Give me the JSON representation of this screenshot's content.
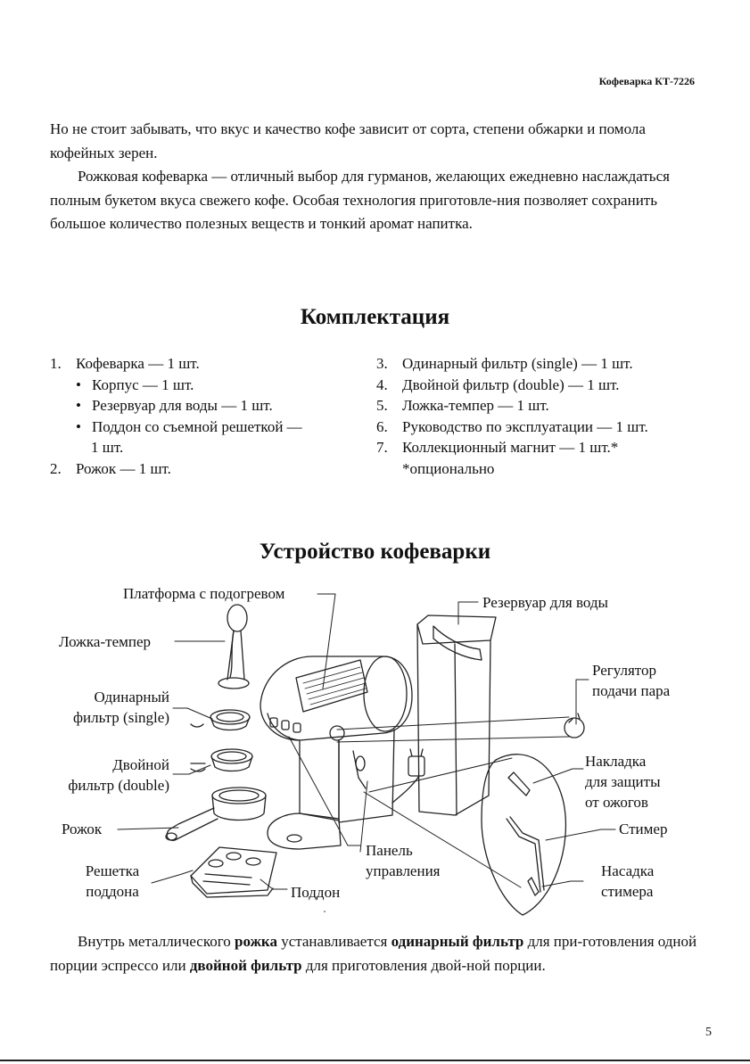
{
  "header": {
    "product": "Кофеварка КТ-7226"
  },
  "intro": {
    "p1": "Но не стоит забывать, что вкус и качество кофе зависит от сорта, степени обжарки и помола кофейных зерен.",
    "p2": "Рожковая кофеварка — отличный выбор для гурманов, желающих ежедневно наслаждаться полным букетом вкуса свежего кофе. Особая технология приготовле-ния позволяет сохранить большое количество полезных веществ и тонкий аромат напитка."
  },
  "kit": {
    "title": "Комплектация",
    "left": {
      "item1": {
        "num": "1.",
        "text": "Кофеварка — 1 шт."
      },
      "bullet": "•",
      "sub1": "Корпус — 1 шт.",
      "sub2": "Резервуар для воды — 1 шт.",
      "sub3a": "Поддон со съемной решеткой —",
      "sub3b": "1 шт.",
      "item2": {
        "num": "2.",
        "text": "Рожок — 1 шт."
      }
    },
    "right": [
      {
        "num": "3.",
        "text": "Одинарный фильтр (single) — 1 шт."
      },
      {
        "num": "4.",
        "text": "Двойной фильтр (double) — 1 шт."
      },
      {
        "num": "5.",
        "text": "Ложка-темпер — 1 шт."
      },
      {
        "num": "6.",
        "text": "Руководство по эксплуатации — 1 шт."
      },
      {
        "num": "7.",
        "text": "Коллекционный магнит — 1 шт.*"
      }
    ],
    "note": "*опционально"
  },
  "device": {
    "title": "Устройство кофеварки",
    "labels": {
      "platform": "Платформа с подогревом",
      "tamper": "Ложка-темпер",
      "single1": "Одинарный",
      "single2": "фильтр (single)",
      "double1": "Двойной",
      "double2": "фильтр (double)",
      "holder": "Рожок",
      "grid1": "Решетка",
      "grid2": "поддона",
      "tray": "Поддон",
      "panel1": "Панель",
      "panel2": "управления",
      "reservoir": "Резервуар для воды",
      "steam1": "Регулятор",
      "steam2": "подачи пара",
      "cover1": "Накладка",
      "cover2": "для защиты",
      "cover3": "от ожогов",
      "steamer": "Стимер",
      "nozzle1": "Насадка",
      "nozzle2": "стимера"
    }
  },
  "outro": {
    "t1": "Внутрь металлического ",
    "b1": "рожка",
    "t2": " устанавливается ",
    "b2": "одинарный фильтр",
    "t3": " для при-готовления одной порции эспрессо или ",
    "b3": "двойной фильтр",
    "t4": " для приготовления двой-ной порции."
  },
  "page_number": "5"
}
